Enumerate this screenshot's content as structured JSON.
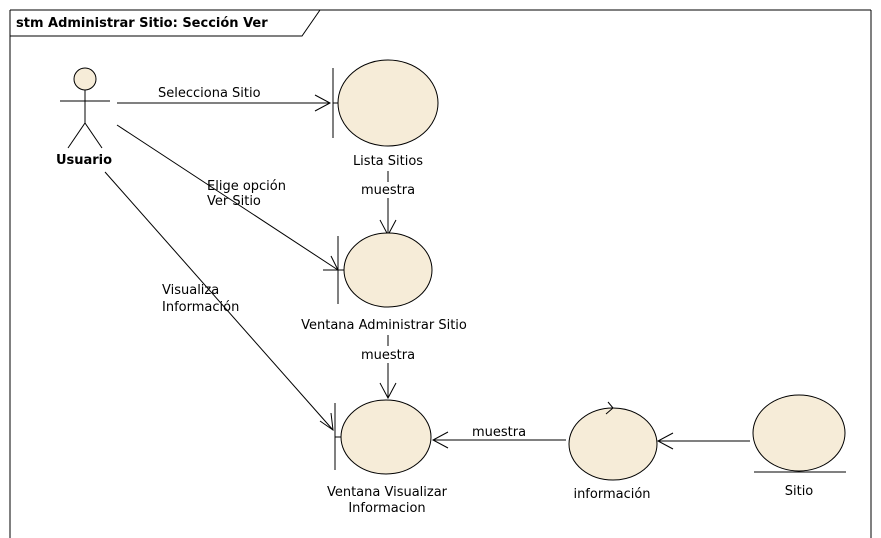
{
  "diagram": {
    "frame_title": "stm Administrar Sitio: Sección Ver",
    "colors": {
      "fill": "#f6ecd8",
      "stroke": "#000000",
      "background": "#ffffff"
    },
    "actor": {
      "name": "Usuario"
    },
    "nodes": {
      "lista_sitios": {
        "label": "Lista Sitios",
        "kind": "boundary"
      },
      "ventana_admin": {
        "label": "Ventana Administrar Sitio",
        "kind": "boundary"
      },
      "ventana_visualizar": {
        "label_line1": "Ventana Visualizar",
        "label_line2": "Informacion",
        "kind": "boundary"
      },
      "informacion": {
        "label": "información",
        "kind": "control"
      },
      "sitio": {
        "label": "Sitio",
        "kind": "entity"
      }
    },
    "edges": {
      "selecciona": {
        "label": "Selecciona Sitio"
      },
      "elige": {
        "label_line1": "Elige opción",
        "label_line2": "Ver Sitio"
      },
      "visualiza": {
        "label_line1": "Visualiza",
        "label_line2": "Información"
      },
      "muestra_1": {
        "label": "muestra"
      },
      "muestra_2": {
        "label": "muestra"
      },
      "muestra_3": {
        "label": "muestra"
      }
    }
  }
}
